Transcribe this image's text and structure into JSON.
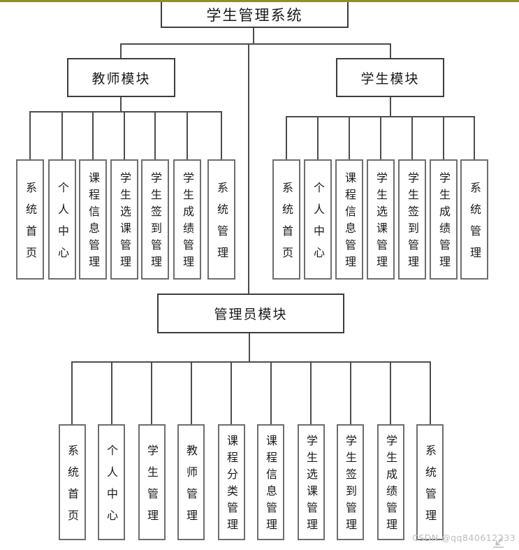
{
  "diagram": {
    "root": {
      "label": "学生管理系统"
    },
    "modules": [
      {
        "id": "teacher",
        "label": "教师模块",
        "children": [
          "系统首页",
          "个人中心",
          "课程信息管理",
          "学生选课管理",
          "学生签到管理",
          "学生成绩管理",
          "系统管理"
        ]
      },
      {
        "id": "student",
        "label": "学生模块",
        "children": [
          "系统首页",
          "个人中心",
          "课程信息管理",
          "学生选课管理",
          "学生签到管理",
          "学生成绩管理",
          "系统管理"
        ]
      },
      {
        "id": "admin",
        "label": "管理员模块",
        "children": [
          "系统首页",
          "个人中心",
          "学生管理",
          "教师管理",
          "课程分类管理",
          "课程信息管理",
          "学生选课管理",
          "学生签到管理",
          "学生成绩管理",
          "系统管理"
        ]
      }
    ],
    "watermark": "CSDN @qq840612233",
    "colors": {
      "background": "#ffffff",
      "line": "#4c4c4c",
      "border_dark": "#3d3d3d",
      "border_gray": "#6e6e6e",
      "topline_accent": "#8f8f25",
      "watermark": "#bdbdbd"
    }
  }
}
